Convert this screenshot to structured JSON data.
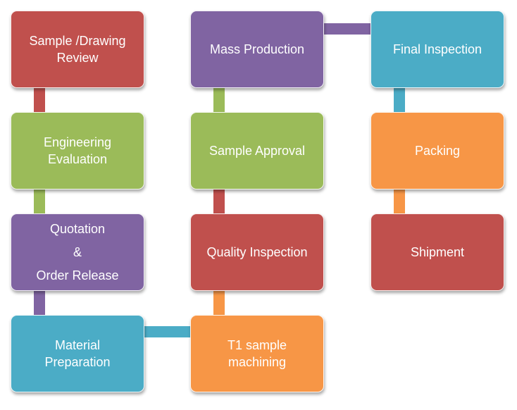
{
  "colors": {
    "red": "#c0504d",
    "green": "#9bbb59",
    "purple": "#8064a2",
    "teal": "#4bacc6",
    "orange": "#f79646"
  },
  "steps": [
    {
      "id": "sample-drawing-review",
      "lines": [
        "Sample /Drawing",
        "Review"
      ],
      "color": "red"
    },
    {
      "id": "engineering-evaluation",
      "lines": [
        "Engineering",
        "Evaluation"
      ],
      "color": "green"
    },
    {
      "id": "quotation-order-release",
      "lines": [
        "Quotation",
        "&",
        "Order Release"
      ],
      "color": "purple"
    },
    {
      "id": "material-preparation",
      "lines": [
        "Material",
        "Preparation"
      ],
      "color": "teal"
    },
    {
      "id": "t1-sample-machining",
      "lines": [
        "T1 sample",
        "machining"
      ],
      "color": "orange"
    },
    {
      "id": "quality-inspection",
      "lines": [
        "Quality Inspection"
      ],
      "color": "red"
    },
    {
      "id": "sample-approval",
      "lines": [
        "Sample Approval"
      ],
      "color": "green"
    },
    {
      "id": "mass-production",
      "lines": [
        "Mass Production"
      ],
      "color": "purple"
    },
    {
      "id": "final-inspection",
      "lines": [
        "Final Inspection"
      ],
      "color": "teal"
    },
    {
      "id": "packing",
      "lines": [
        "Packing"
      ],
      "color": "orange"
    },
    {
      "id": "shipment",
      "lines": [
        "Shipment"
      ],
      "color": "red"
    }
  ]
}
